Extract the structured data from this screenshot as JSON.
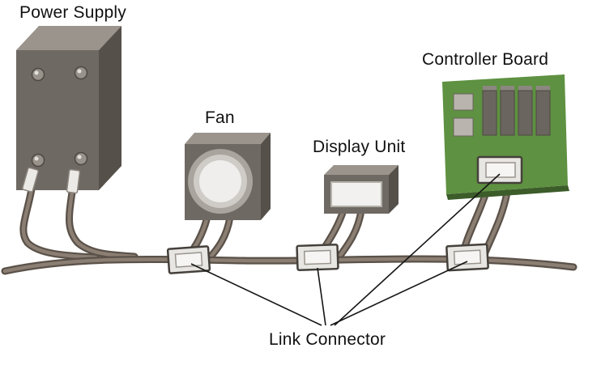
{
  "labels": {
    "power_supply": "Power Supply",
    "fan": "Fan",
    "display_unit": "Display Unit",
    "controller_board": "Controller Board",
    "link_connector": "Link Connector"
  },
  "colors": {
    "board_green": "#5e9141",
    "board_edge": "#3c5c2a",
    "box_front": "#6f6963",
    "box_top": "#9a948c",
    "box_side": "#55504a",
    "cable_outer": "#5a5149",
    "cable_inner": "#8b7e72",
    "connector_fill": "#e8e6e2",
    "connector_inner": "#f6f5f3",
    "text": "#111111",
    "background": "#ffffff"
  }
}
